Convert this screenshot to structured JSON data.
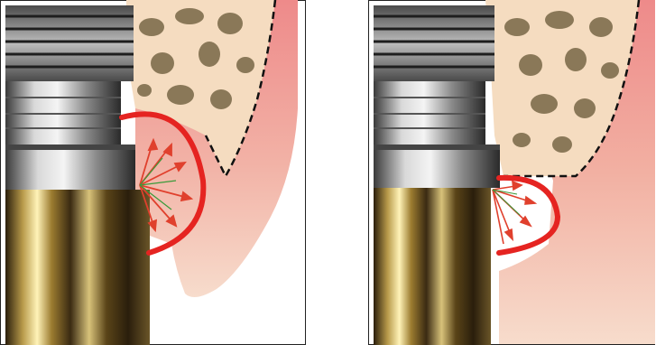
{
  "figure": {
    "panels": [
      {
        "id": "left",
        "description_key": "implant-with-platform-and-soft-tissue-bulge"
      },
      {
        "id": "right",
        "description_key": "implant-with-platform-switch-smaller-soft-tissue-zone"
      }
    ],
    "colors": {
      "gingiva_light": "#f6d7c8",
      "gingiva_dark": "#ee8a8a",
      "bone": "#f5dcc0",
      "bone_pores": "#7a6a52",
      "stress_arc": "#e52421",
      "arrow_red": "#e0402d",
      "arrow_green": "#3a9a3a",
      "metal_dark": "#2e2e2e",
      "metal_light": "#e6e6e6",
      "gold_dark": "#3a2a12",
      "gold_light": "#f4e6a6"
    },
    "icons": [
      "implant-thread-icon",
      "abutment-icon",
      "stress-arrow-icon"
    ]
  }
}
